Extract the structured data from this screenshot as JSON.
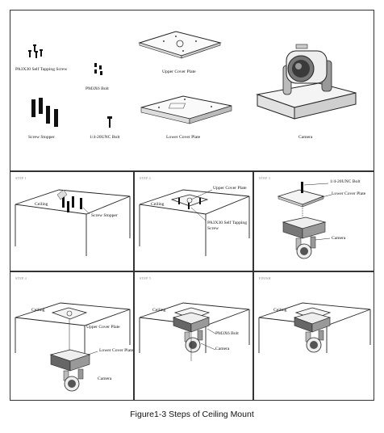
{
  "parts": {
    "tapping_screw": "PA3X30 Self Tapping Screw",
    "bolt_pm": "PM3X6 Bolt",
    "upper_plate": "Upper Cover Plate",
    "screw_stopper": "Screw Stopper",
    "unc_bolt": "1/4-20UNC Bolt",
    "lower_plate": "Lower Cover Plate",
    "camera": "Camera"
  },
  "steps": {
    "s1": {
      "tag": "STEP 1",
      "ceiling": "Ceiling",
      "stopper": "Screw Stopper"
    },
    "s2": {
      "tag": "STEP 2",
      "ceiling": "Ceiling",
      "upper": "Upper Cover Plate",
      "screw": "PA3X30 Self Tapping Screw"
    },
    "s3": {
      "tag": "STEP 3",
      "bolt": "1/4-20UNC Bolt",
      "lower": "Lower Cover Plate",
      "camera": "Camera"
    },
    "s4": {
      "tag": "STEP 4",
      "ceiling": "Ceiling",
      "upper": "Upper Cover Plate",
      "lower": "Lower Cover Plate",
      "camera": "Camera"
    },
    "s5": {
      "tag": "STEP 5",
      "ceiling": "Ceiling",
      "bolt": "PM3X6 Bolt",
      "camera": "Camera"
    },
    "s6": {
      "tag": "FINISH",
      "ceiling": "Ceiling"
    }
  },
  "caption": "Figure1-3 Steps of Ceiling Mount"
}
